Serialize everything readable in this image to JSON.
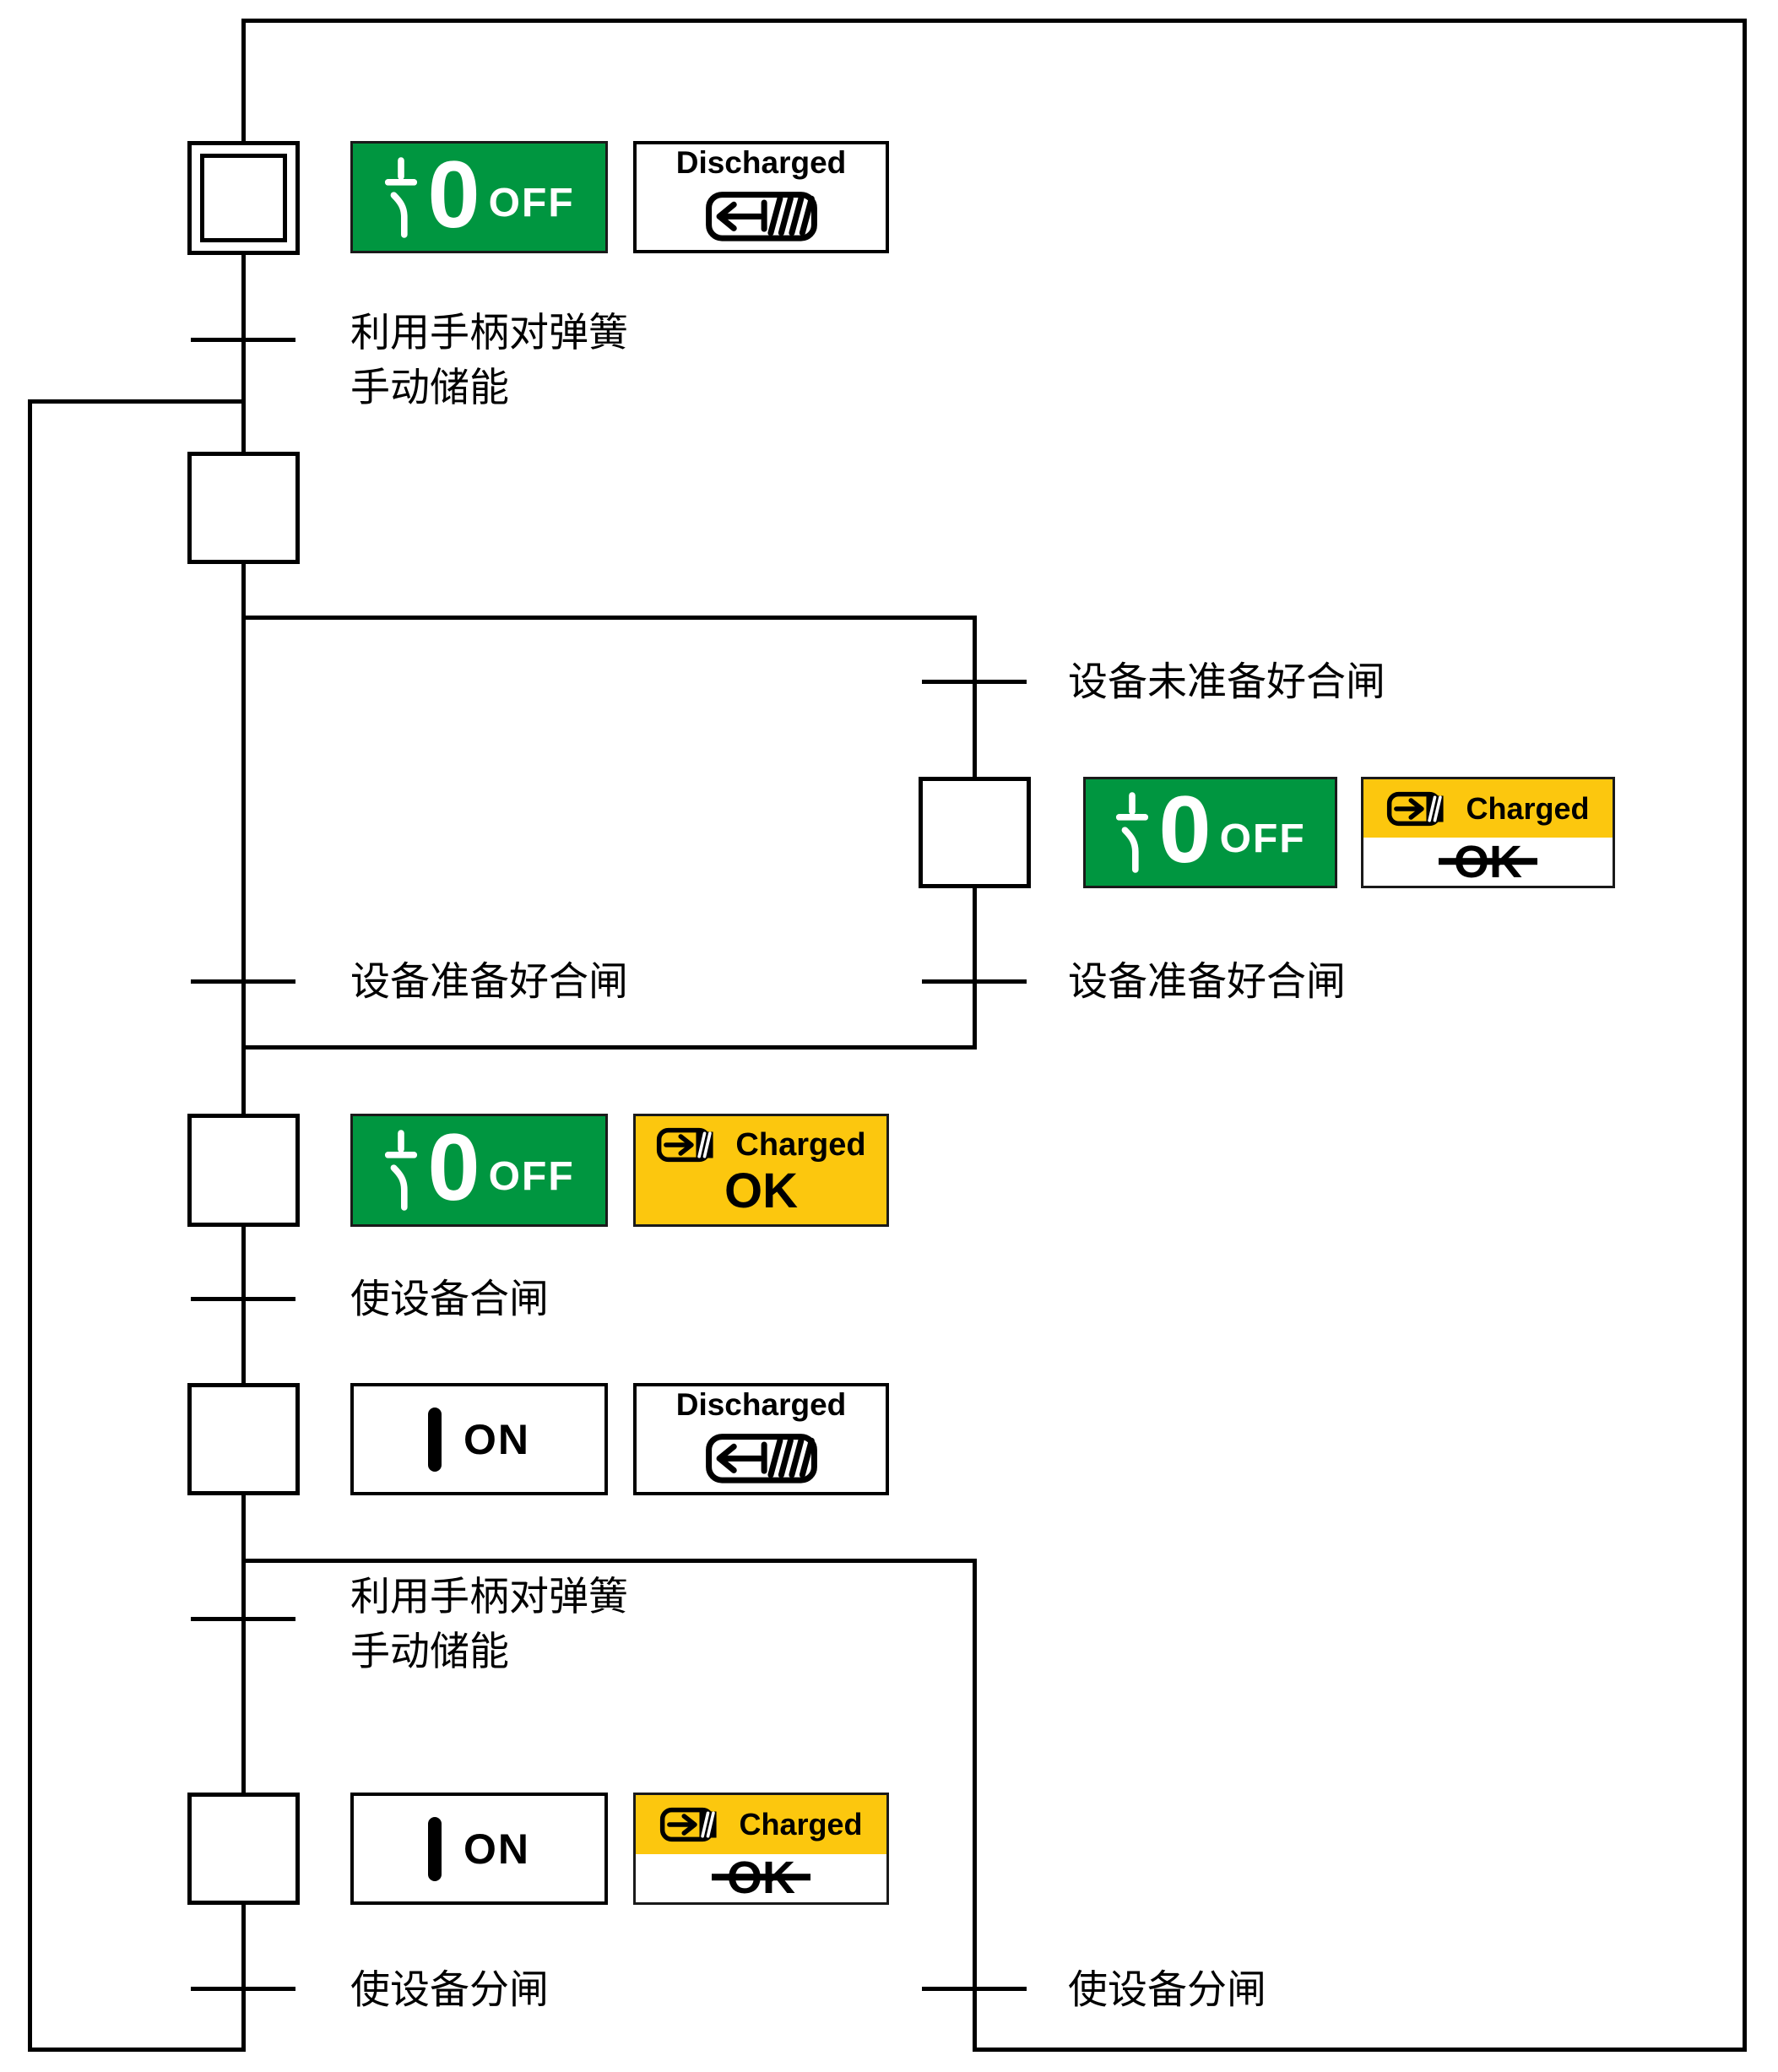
{
  "diagram": {
    "type": "sequential-function-chart",
    "colors": {
      "indicator_green": "#009640",
      "indicator_yellow": "#FCC70E",
      "line_black": "#000000",
      "background_white": "#FFFFFF"
    },
    "badges": {
      "off": {
        "symbol_digit": "0",
        "label": "OFF"
      },
      "on": {
        "label": "ON"
      },
      "discharged": {
        "label": "Discharged"
      },
      "charged": {
        "label": "Charged"
      },
      "ok": {
        "label": "OK"
      }
    },
    "transitions": {
      "charge_spring_line1": "利用手柄对弹簧",
      "charge_spring_line2": "手动储能",
      "not_ready_to_close": "设备未准备好合闸",
      "ready_to_close_left": "设备准备好合闸",
      "ready_to_close_right": "设备准备好合闸",
      "close_device": "使设备合闸",
      "recharge_spring_line1": "利用手柄对弹簧",
      "recharge_spring_line2": "手动储能",
      "open_device_left": "使设备分闸",
      "open_device_right": "使设备分闸"
    }
  }
}
